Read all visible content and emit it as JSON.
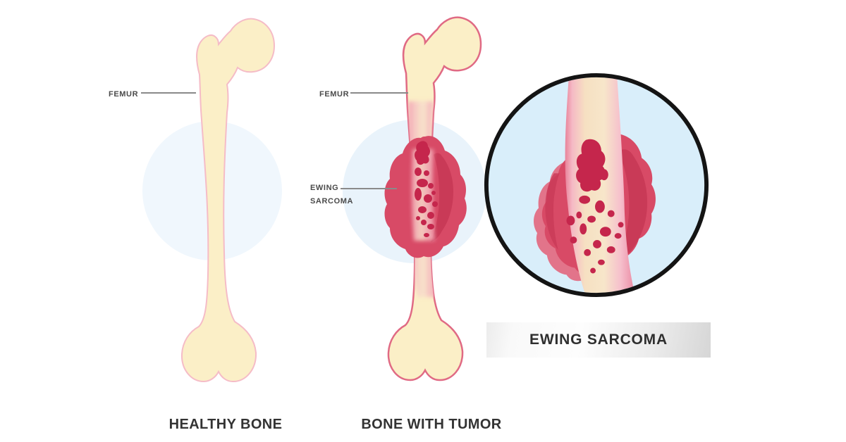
{
  "healthy_panel": {
    "femur_label": "FEMUR",
    "title": "HEALTHY BONE"
  },
  "tumor_panel": {
    "femur_label": "FEMUR",
    "sarcoma_label_line1": "EWING",
    "sarcoma_label_line2": "SARCOMA",
    "title": "BONE WITH TUMOR"
  },
  "magnifier": {
    "caption": "EWING SARCOMA"
  },
  "colors": {
    "bone_fill": "#FBEFC7",
    "healthy_outline": "#F5BCC7",
    "tumor_bone_outline": "#E06A84",
    "periosteum_pink": "#F09CB0",
    "shaft_inner_cream": "#F8E3CC",
    "tumor_red": "#D84A66",
    "tumor_dark": "#C93A57",
    "tumor_light": "#E2748A",
    "necrosis_dark_red": "#C5264C",
    "bg_circle_left": "#F0F7FD",
    "bg_circle_mid": "#E9F3FB",
    "magnifier_bg": "#D9EEFA",
    "magnifier_ring": "#141414",
    "pointer_line": "#8A8A8A",
    "label_text": "#4A4A4A",
    "title_text": "#333333",
    "caption_text": "#2F2F2F"
  }
}
